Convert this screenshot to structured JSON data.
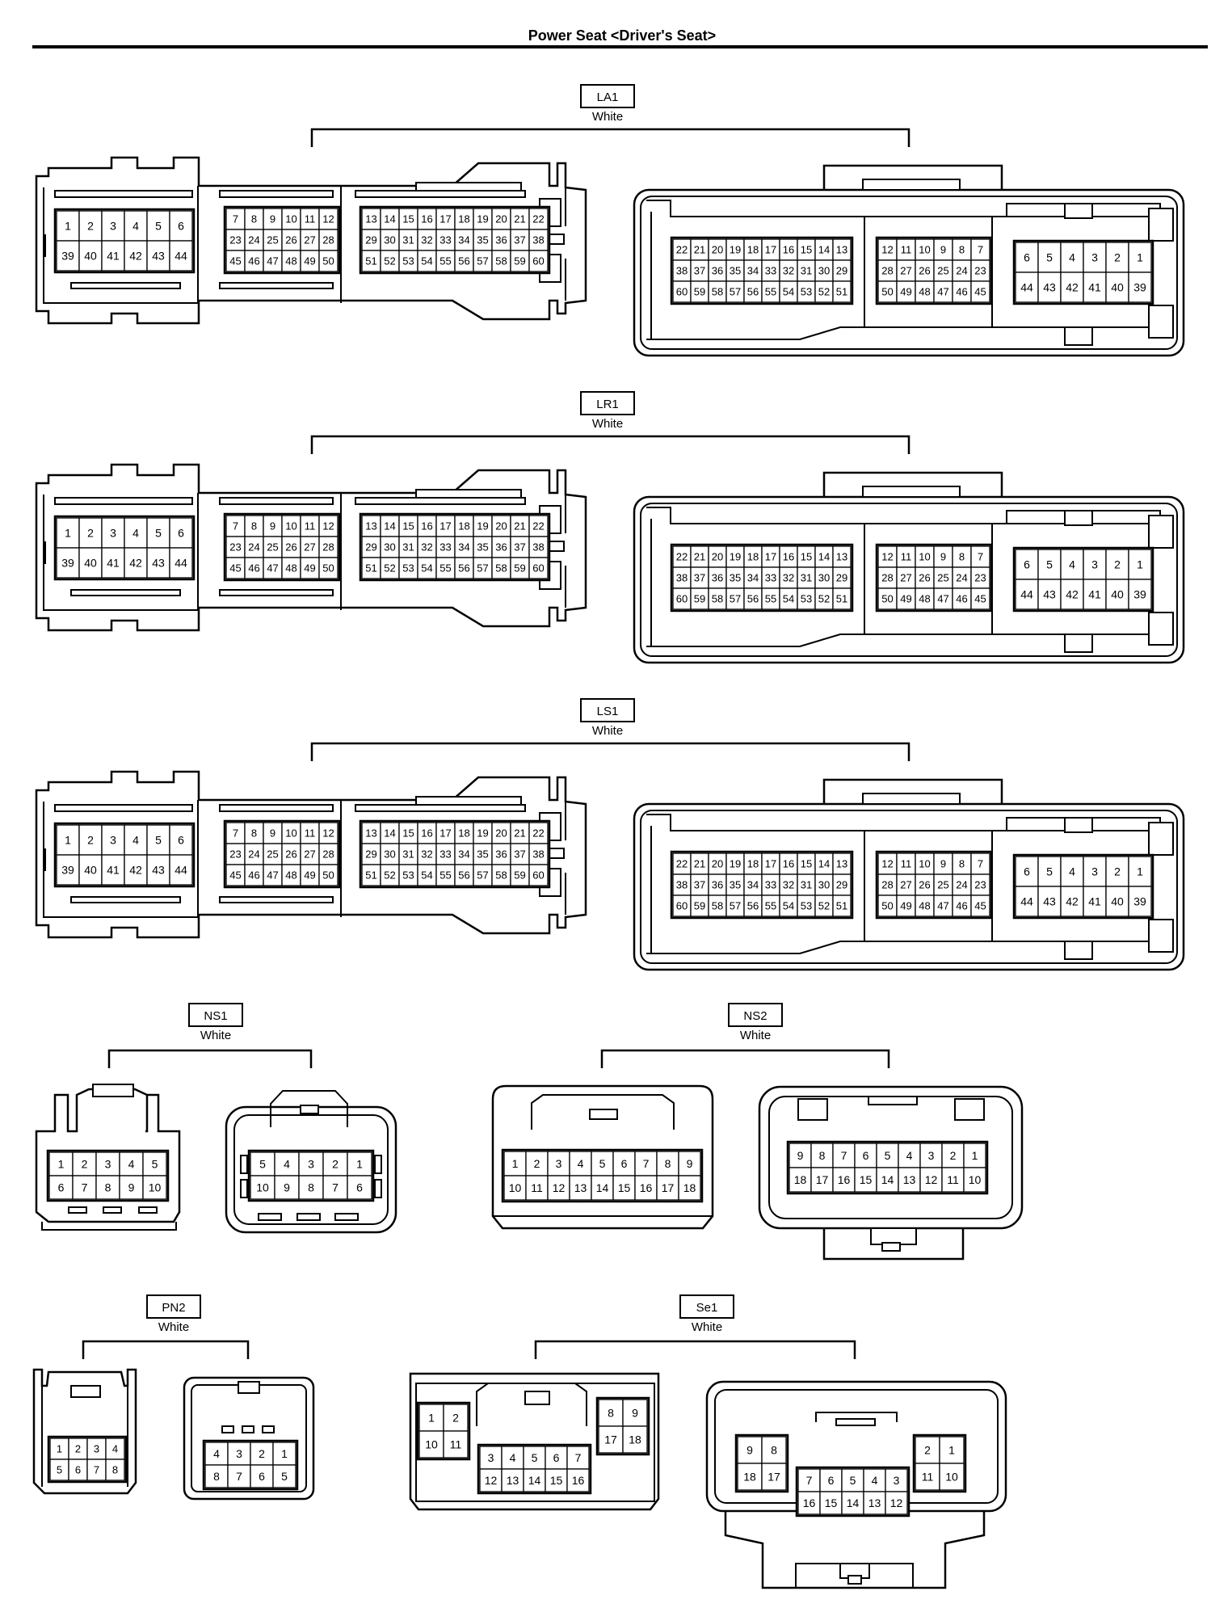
{
  "title": "Power Seat <Driver's Seat>",
  "connectors": {
    "LA1": {
      "code": "LA1",
      "color": "White"
    },
    "LR1": {
      "code": "LR1",
      "color": "White"
    },
    "LS1": {
      "code": "LS1",
      "color": "White"
    },
    "NS1": {
      "code": "NS1",
      "color": "White"
    },
    "NS2": {
      "code": "NS2",
      "color": "White"
    },
    "PN2": {
      "code": "PN2",
      "color": "White"
    },
    "Se1": {
      "code": "Se1",
      "color": "White"
    }
  }
}
